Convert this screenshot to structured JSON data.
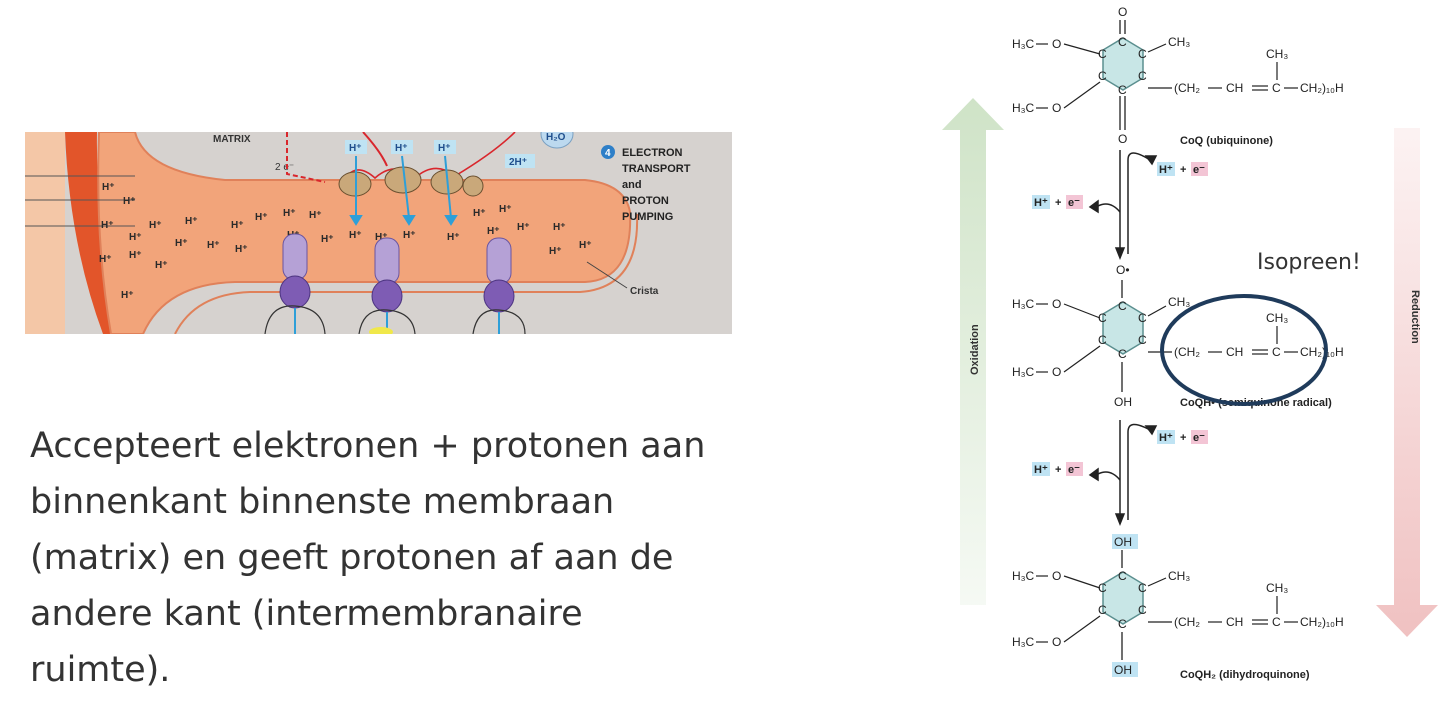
{
  "mitochondrion": {
    "matrix_label": "MATRIX",
    "electrons_label": "2 e⁻",
    "proton": "H⁺",
    "two_protons": "2H⁺",
    "water": "H₂O",
    "step_number": "4",
    "step_lines": [
      "ELECTRON",
      "TRANSPORT",
      "and",
      "PROTON",
      "PUMPING"
    ],
    "crista_label": "Crista"
  },
  "caption_lines": [
    "Accepteert elektronen + protonen aan",
    "binnenkant binnenste membraan",
    "(matrix) en geeft protonen af aan de",
    "andere kant (intermembranaire",
    "ruimte)."
  ],
  "coq": {
    "oxidation_label": "Oxidation",
    "reduction_label": "Reduction",
    "methoxy": "H₃C",
    "oxygen": "O",
    "carbon": "C",
    "methyl": "CH₃",
    "hydroxyl": "OH",
    "radical_oxygen": "O•",
    "chain_start": "(CH₂",
    "chain_mid": "CH",
    "chain_end": "CH₂)₁₀H",
    "h_plus": "H⁺",
    "plus": "+",
    "e_minus": "e⁻",
    "ubiquinone_name": "CoQ (ubiquinone)",
    "semiquinone_name": "CoQH• (semiquinone radical)",
    "dihydroquinone_name": "CoQH₂ (dihydroquinone)",
    "isopreen_label": "Isopreen!"
  },
  "colors": {
    "membrane": "#f2a47a",
    "outer_membrane": "#e2552a",
    "background_grey": "#d6d2cf",
    "oxidation_arrow": "#cfe3c7",
    "reduction_arrow": "#f0c1c1",
    "ring_fill": "#c8e6e6",
    "h_highlight": "#bfe3f3",
    "e_highlight": "#f3c5d5",
    "ellipse_stroke": "#1f3b5b"
  }
}
